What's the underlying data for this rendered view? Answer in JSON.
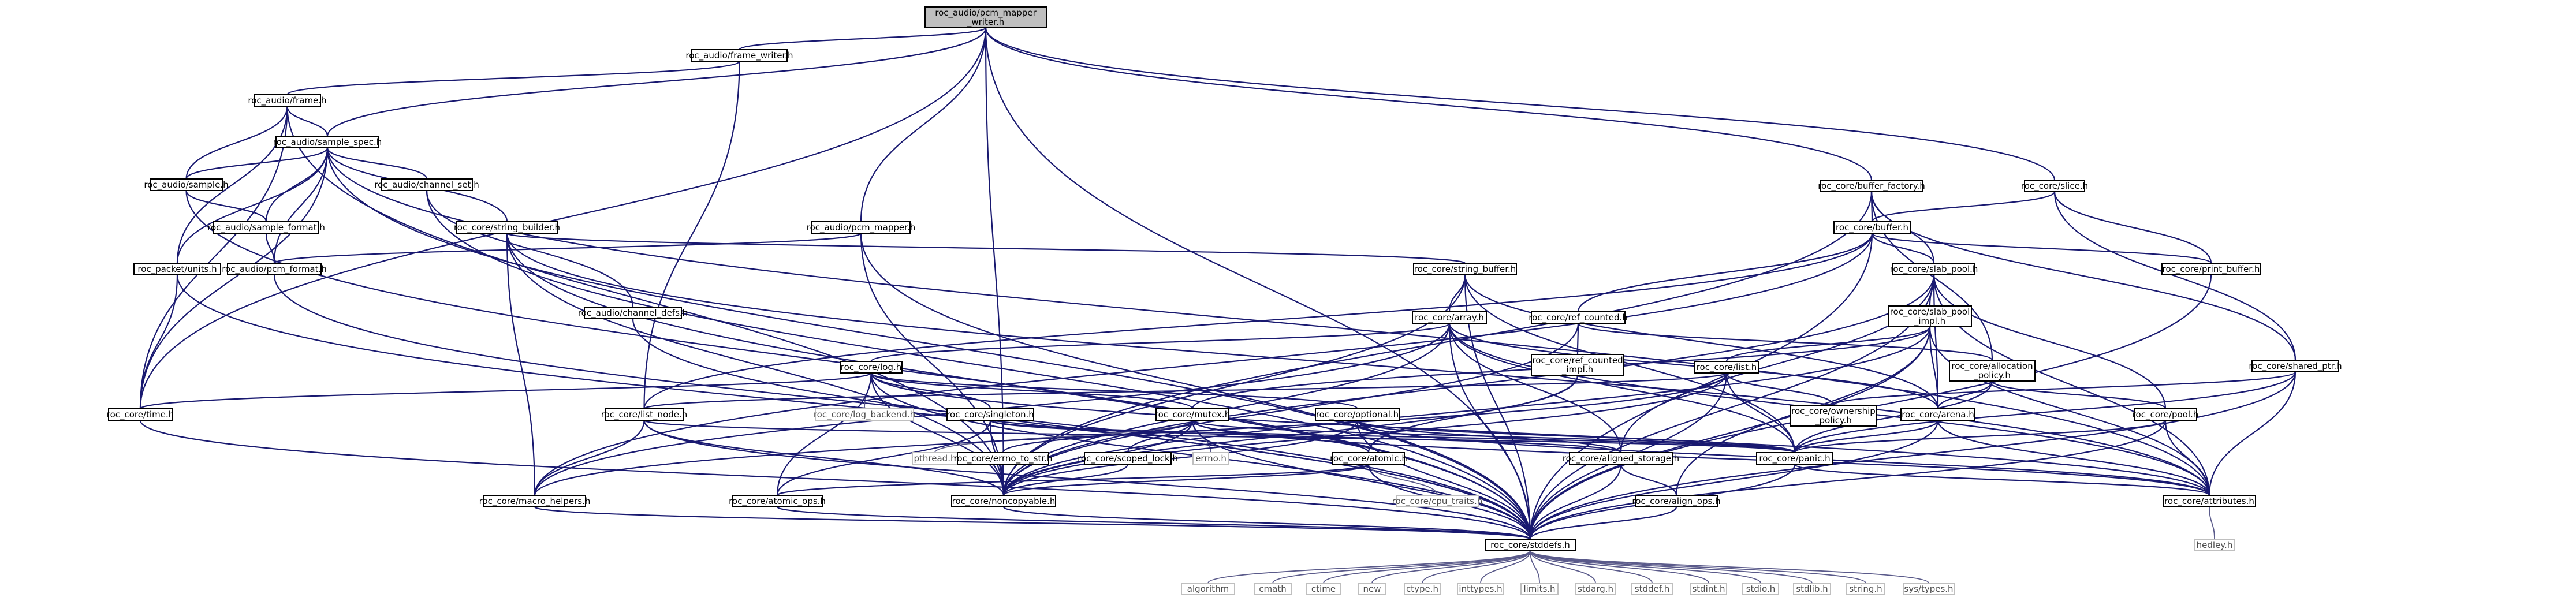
{
  "nodes": {
    "root": [
      "roc_audio/pcm_mapper",
      "_writer.h"
    ],
    "frame_writer": [
      "roc_audio/frame_writer.h"
    ],
    "frame": [
      "roc_audio/frame.h"
    ],
    "sample_spec": [
      "roc_audio/sample_spec.h"
    ],
    "sample": [
      "roc_audio/sample.h"
    ],
    "channel_set": [
      "roc_audio/channel_set.h"
    ],
    "sample_format": [
      "roc_audio/sample_format.h"
    ],
    "string_builder": [
      "roc_core/string_builder.h"
    ],
    "pcm_mapper": [
      "roc_audio/pcm_mapper.h"
    ],
    "pcm_format": [
      "roc_audio/pcm_format.h"
    ],
    "packet_units": [
      "roc_packet/units.h"
    ],
    "channel_defs": [
      "roc_audio/channel_defs.h"
    ],
    "string_buffer": [
      "roc_core/string_buffer.h"
    ],
    "buffer_factory": [
      "roc_core/buffer_factory.h"
    ],
    "buffer": [
      "roc_core/buffer.h"
    ],
    "slice": [
      "roc_core/slice.h"
    ],
    "print_buffer": [
      "roc_core/print_buffer.h"
    ],
    "slab_pool": [
      "roc_core/slab_pool.h"
    ],
    "slab_pool_impl": [
      "roc_core/slab_pool",
      "_impl.h"
    ],
    "ref_counted": [
      "roc_core/ref_counted.h"
    ],
    "ref_counted_impl": [
      "roc_core/ref_counted",
      "_impl.h"
    ],
    "array": [
      "roc_core/array.h"
    ],
    "log": [
      "roc_core/log.h"
    ],
    "list": [
      "roc_core/list.h"
    ],
    "allocation_policy": [
      "roc_core/allocation",
      "_policy.h"
    ],
    "shared_ptr": [
      "roc_core/shared_ptr.h"
    ],
    "time": [
      "roc_core/time.h"
    ],
    "list_node": [
      "roc_core/list_node.h"
    ],
    "log_backend": [
      "roc_core/log_backend.h"
    ],
    "singleton": [
      "roc_core/singleton.h"
    ],
    "mutex": [
      "roc_core/mutex.h"
    ],
    "optional": [
      "roc_core/optional.h"
    ],
    "ownership_policy": [
      "roc_core/ownership",
      "_policy.h"
    ],
    "arena": [
      "roc_core/arena.h"
    ],
    "pool": [
      "roc_core/pool.h"
    ],
    "pthread": [
      "pthread.h"
    ],
    "errno_to_str": [
      "roc_core/errno_to_str.h"
    ],
    "scoped_lock": [
      "roc_core/scoped_lock.h"
    ],
    "errno": [
      "errno.h"
    ],
    "atomic": [
      "roc_core/atomic.h"
    ],
    "aligned_storage": [
      "roc_core/aligned_storage.h"
    ],
    "panic": [
      "roc_core/panic.h"
    ],
    "macro_helpers": [
      "roc_core/macro_helpers.h"
    ],
    "atomic_ops": [
      "roc_core/atomic_ops.h"
    ],
    "noncopyable": [
      "roc_core/noncopyable.h"
    ],
    "cpu_traits": [
      "roc_core/cpu_traits.h"
    ],
    "align_ops": [
      "roc_core/align_ops.h"
    ],
    "attributes": [
      "roc_core/attributes.h"
    ],
    "hedley": [
      "hedley.h"
    ],
    "stddefs": [
      "roc_core/stddefs.h"
    ],
    "algorithm": [
      "algorithm"
    ],
    "cmath": [
      "cmath"
    ],
    "ctime": [
      "ctime"
    ],
    "new": [
      "new"
    ],
    "ctype": [
      "ctype.h"
    ],
    "inttypes": [
      "inttypes.h"
    ],
    "limits": [
      "limits.h"
    ],
    "stdarg": [
      "stdarg.h"
    ],
    "stddef": [
      "stddef.h"
    ],
    "stdint": [
      "stdint.h"
    ],
    "stdio": [
      "stdio.h"
    ],
    "stdlib": [
      "stdlib.h"
    ],
    "string": [
      "string.h"
    ],
    "sys_types": [
      "sys/types.h"
    ]
  }
}
